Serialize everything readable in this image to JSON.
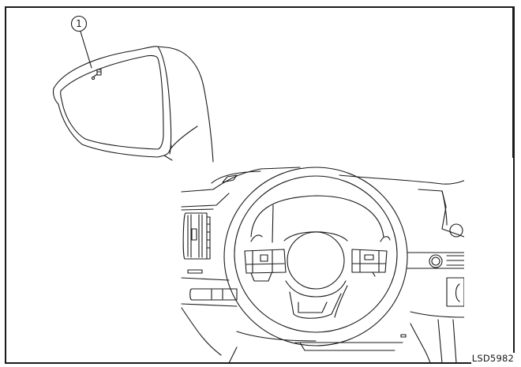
{
  "figure": {
    "id_label": "LSD5982",
    "callouts": [
      {
        "number": "1",
        "target": "blind-spot-warning-indicator-on-side-mirror"
      }
    ],
    "panels": [
      {
        "name": "side-mirror-view",
        "content": "outside mirror with blind spot indicator light"
      },
      {
        "name": "cockpit-view",
        "content": "steering wheel and dashboard"
      }
    ],
    "colors": {
      "line": "#1a1a1a",
      "background": "#ffffff"
    }
  }
}
